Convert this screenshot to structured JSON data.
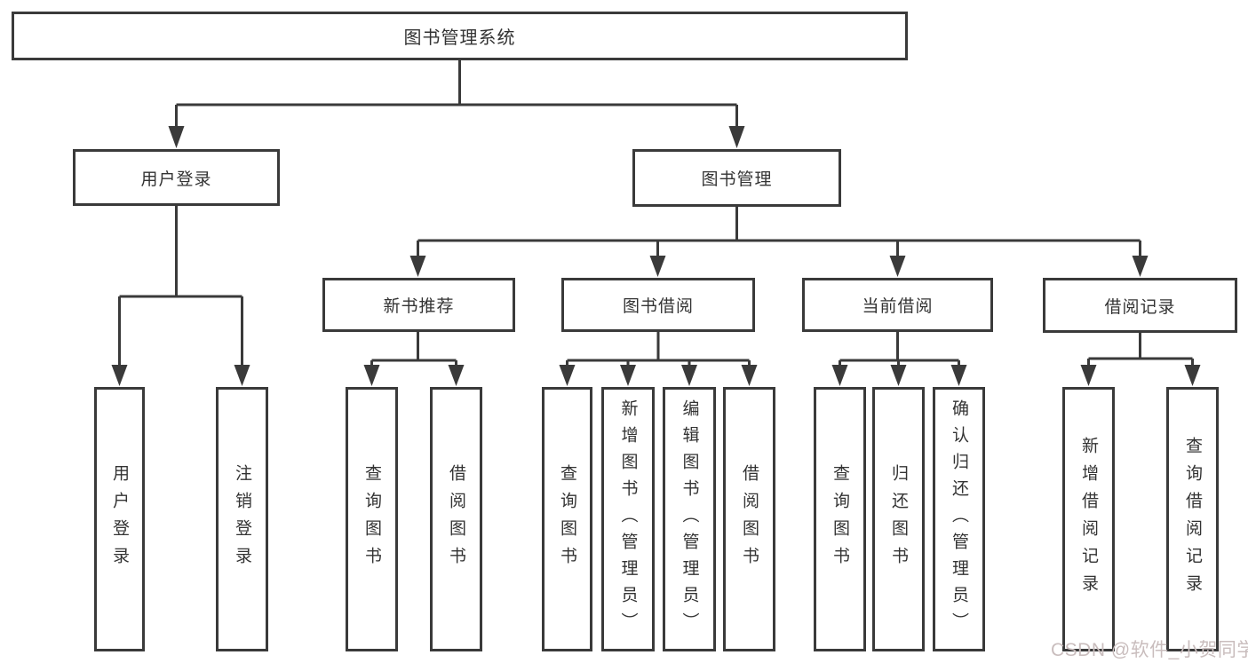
{
  "tree": {
    "root": {
      "label": "图书管理系统",
      "children": [
        {
          "label": "用户登录",
          "children": [
            {
              "label": "用户登录"
            },
            {
              "label": "注销登录"
            }
          ]
        },
        {
          "label": "图书管理",
          "children": [
            {
              "label": "新书推荐",
              "children": [
                {
                  "label": "查询图书"
                },
                {
                  "label": "借阅图书"
                }
              ]
            },
            {
              "label": "图书借阅",
              "children": [
                {
                  "label": "查询图书"
                },
                {
                  "label": "新增图书（管理员）"
                },
                {
                  "label": "编辑图书（管理员）"
                },
                {
                  "label": "借阅图书"
                }
              ]
            },
            {
              "label": "当前借阅",
              "children": [
                {
                  "label": "查询图书"
                },
                {
                  "label": "归还图书"
                },
                {
                  "label": "确认归还（管理员）"
                }
              ]
            },
            {
              "label": "借阅记录",
              "children": [
                {
                  "label": "新增借阅记录"
                },
                {
                  "label": "查询借阅记录"
                }
              ]
            }
          ]
        }
      ]
    }
  },
  "watermark": {
    "text": "CSDN @软件_小贺同学"
  },
  "colors": {
    "line": "#3a3a3a",
    "text": "#333333",
    "watermark": "#c9bdbd",
    "background": "#ffffff"
  }
}
